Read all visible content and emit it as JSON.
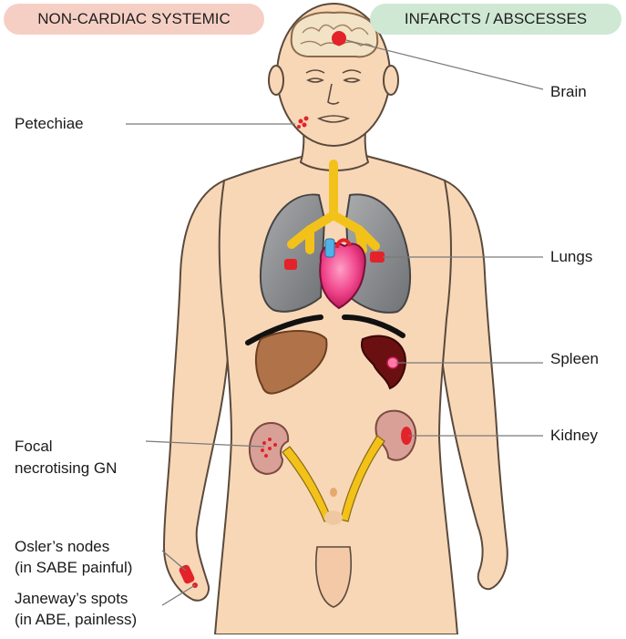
{
  "header": {
    "left_pill": "NON-CARDIAC SYSTEMIC",
    "right_pill": "INFARCTS / ABSCESSES"
  },
  "colors": {
    "left_pill": "#f6cfc4",
    "right_pill": "#cfe8d4",
    "skin": "#f8d7b7",
    "outline": "#5a4a3c",
    "lesion": "#e3222a"
  },
  "labels": {
    "brain": "Brain",
    "petechiae": "Petechiae",
    "lungs": "Lungs",
    "spleen": "Spleen",
    "kidney": "Kidney",
    "focal_gn_line1": "Focal",
    "focal_gn_line2": "necrotising GN",
    "osler_line1": "Osler’s nodes",
    "osler_line2": "(in SABE painful)",
    "janeway_line1": "Janeway’s spots",
    "janeway_line2": "(in ABE, painless)"
  }
}
